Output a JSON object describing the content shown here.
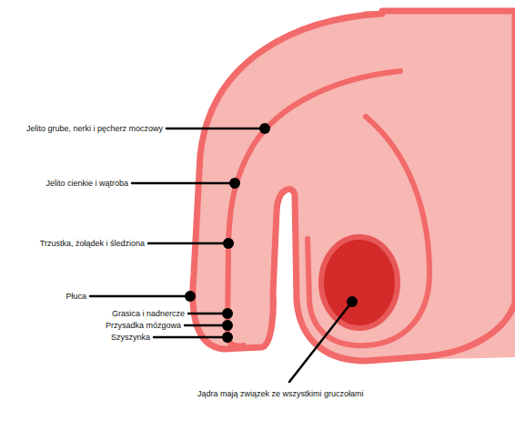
{
  "diagram": {
    "labels": [
      "Jelito grube, nerki i pęcherz moczowy",
      "Jelito cienkie i wątroba",
      "Trzustka, żołądek i śledziona",
      "Płuca",
      "Grasica i nadnercze",
      "Przysadka mózgowa",
      "Szyszynka",
      "Jądra mają związek ze wszystkimi gruczołami"
    ]
  }
}
